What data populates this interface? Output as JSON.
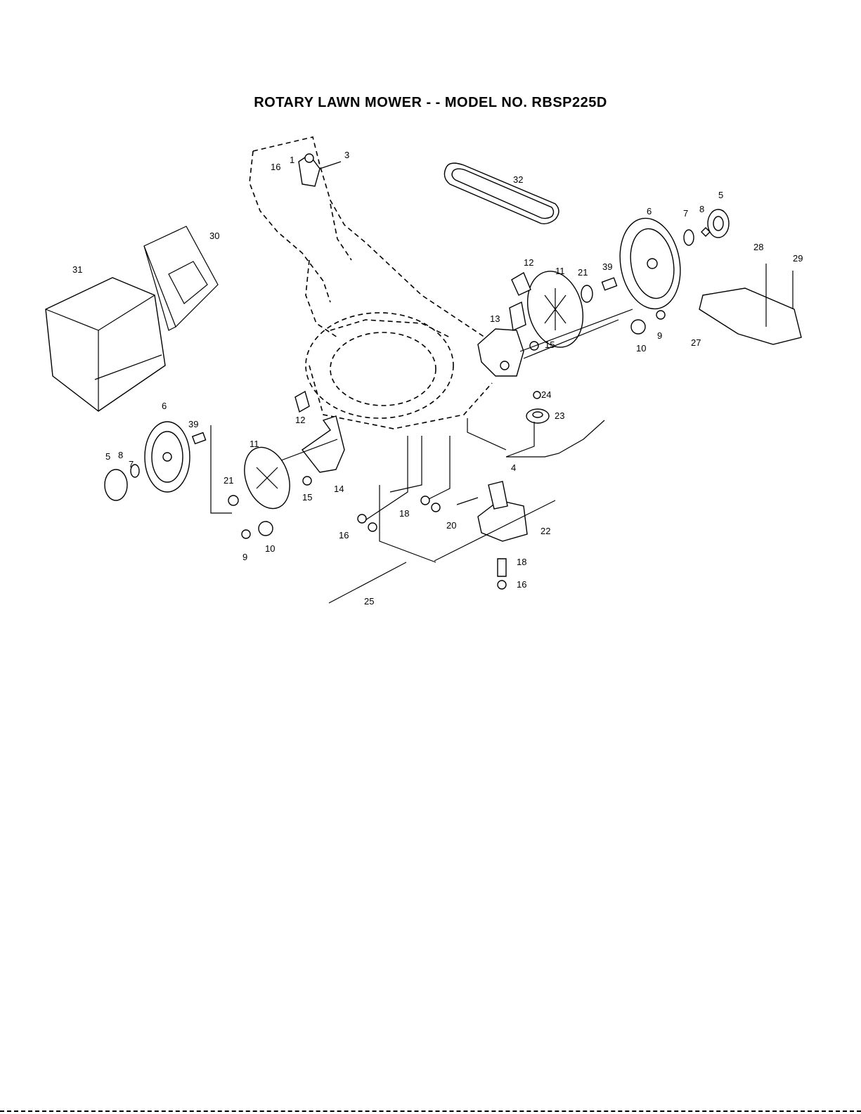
{
  "title": "ROTARY LAWN MOWER - - MODEL NO. RBSP225D",
  "callouts": {
    "c1": "1",
    "c3": "3",
    "c16a": "16",
    "c32": "32",
    "c30": "30",
    "c31": "31",
    "c6a": "6",
    "c7a": "7",
    "c8a": "8",
    "c5a": "5",
    "c28": "28",
    "c29": "29",
    "c12a": "12",
    "c11a": "11",
    "c21a": "21",
    "c39a": "39",
    "c13": "13",
    "c15a": "15",
    "c10a": "10",
    "c9a": "9",
    "c27": "27",
    "c24": "24",
    "c23": "23",
    "c12b": "12",
    "c6b": "6",
    "c39b": "39",
    "c5b": "5",
    "c8b": "8",
    "c7b": "7",
    "c11b": "11",
    "c21b": "21",
    "c15b": "15",
    "c14": "14",
    "c4": "4",
    "c18a": "18",
    "c20": "20",
    "c22": "22",
    "c16b": "16",
    "c9b": "9",
    "c10b": "10",
    "c18b": "18",
    "c16c": "16",
    "c25": "25"
  }
}
